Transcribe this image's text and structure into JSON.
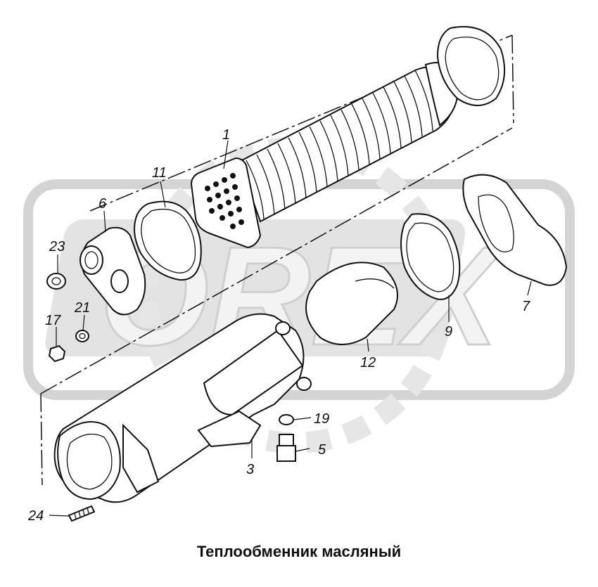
{
  "caption": "Теплообменник масляный",
  "watermark": {
    "text": "OREX",
    "color": "#d4d4d4"
  },
  "callouts": [
    {
      "id": "p1",
      "text": "1"
    },
    {
      "id": "p11",
      "text": "11"
    },
    {
      "id": "p6",
      "text": "6"
    },
    {
      "id": "p23",
      "text": "23"
    },
    {
      "id": "p21",
      "text": "21"
    },
    {
      "id": "p17",
      "text": "17"
    },
    {
      "id": "p12",
      "text": "12"
    },
    {
      "id": "p9",
      "text": "9"
    },
    {
      "id": "p7",
      "text": "7"
    },
    {
      "id": "p19",
      "text": "19"
    },
    {
      "id": "p5",
      "text": "5"
    },
    {
      "id": "p3",
      "text": "3"
    },
    {
      "id": "p24",
      "text": "24"
    }
  ]
}
